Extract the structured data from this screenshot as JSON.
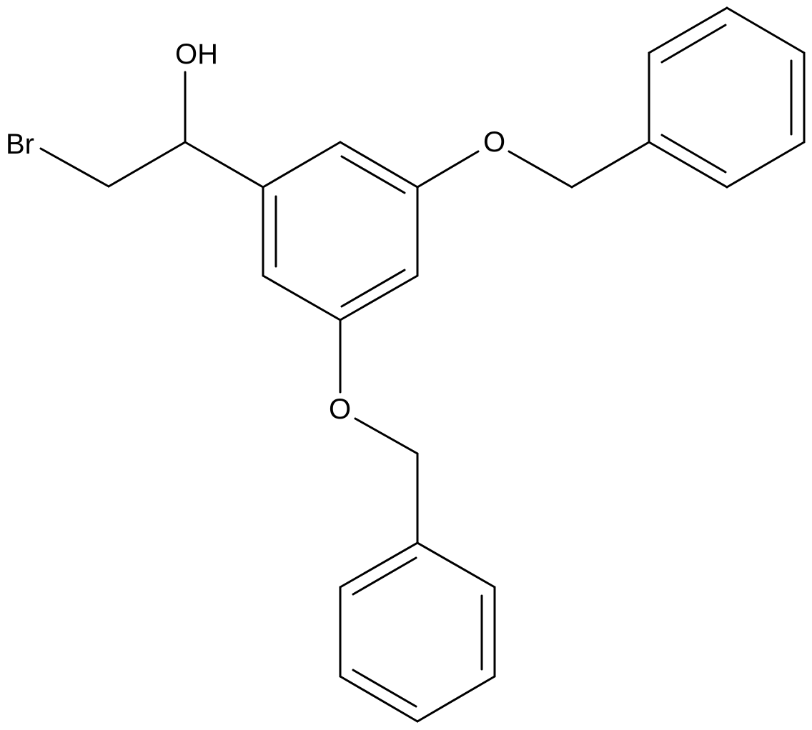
{
  "molecule": {
    "atoms": {
      "hydroxyl": "OH",
      "bromine": "Br",
      "ether_oxygen_upper": "O",
      "ether_oxygen_lower": "O"
    }
  },
  "colors": {
    "bond": "#000000",
    "background": "#ffffff"
  }
}
